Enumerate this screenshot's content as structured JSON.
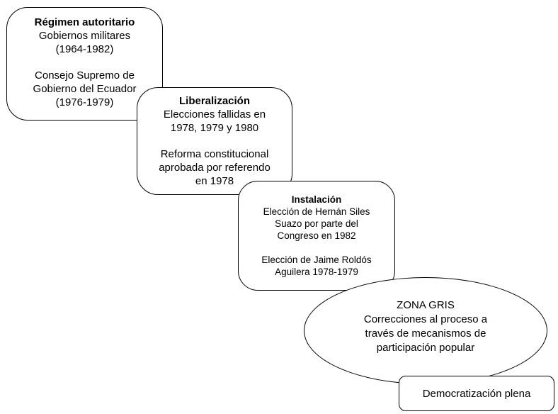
{
  "stages": [
    {
      "title": "Régimen autoritario",
      "lines_a": [
        "Gobiernos militares",
        "(1964-1982)"
      ],
      "lines_b": [
        "Consejo Supremo de",
        "Gobierno del Ecuador",
        "(1976-1979)"
      ]
    },
    {
      "title": "Liberalización",
      "lines_a": [
        "Elecciones fallidas en",
        "1978, 1979 y 1980"
      ],
      "lines_b": [
        "Reforma constitucional",
        "aprobada por referendo",
        "en 1978"
      ]
    },
    {
      "title": "Instalación",
      "lines_a": [
        "Elección de Hernán Siles",
        "Suazo por parte del",
        "Congreso en 1982"
      ],
      "lines_b": [
        "Elección de Jaime Roldós",
        "Aguilera 1978-1979"
      ]
    }
  ],
  "gray_zone": {
    "title": "ZONA GRIS",
    "lines": [
      "Correcciones al proceso a",
      "través de mecanismos de",
      "participación popular"
    ]
  },
  "final": {
    "label": "Democratización plena"
  }
}
